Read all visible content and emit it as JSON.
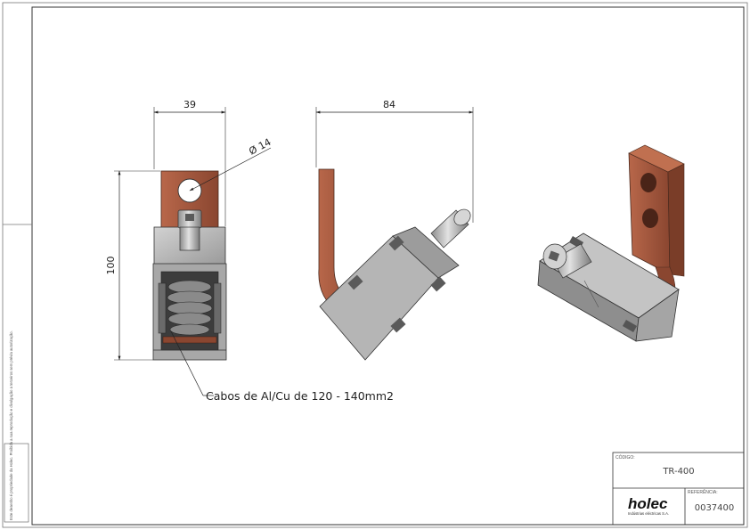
{
  "dimensions": {
    "width": "39",
    "depth": "84",
    "height": "100",
    "hole": "Ø 14"
  },
  "annotation": "Cabos de Al/Cu de 120 - 140mm2",
  "side_note": "Este desenho é propriedade da Holec. Proibida a sua reprodução e divulgação a terceiros sem prévia autorização.",
  "title_block": {
    "code_label": "CÓDIGO:",
    "code": "TR-400",
    "reference_label": "REFERÊNCIA:",
    "reference": "0037400",
    "logo_text": "holec",
    "logo_subtitle": "Indústrias eléctricas S.A."
  },
  "colors": {
    "copper": "#a0563a",
    "copper_dark": "#7a3d28",
    "body_gray": "#b4b4b4",
    "body_dark": "#6e6e6e",
    "line": "#333333"
  }
}
